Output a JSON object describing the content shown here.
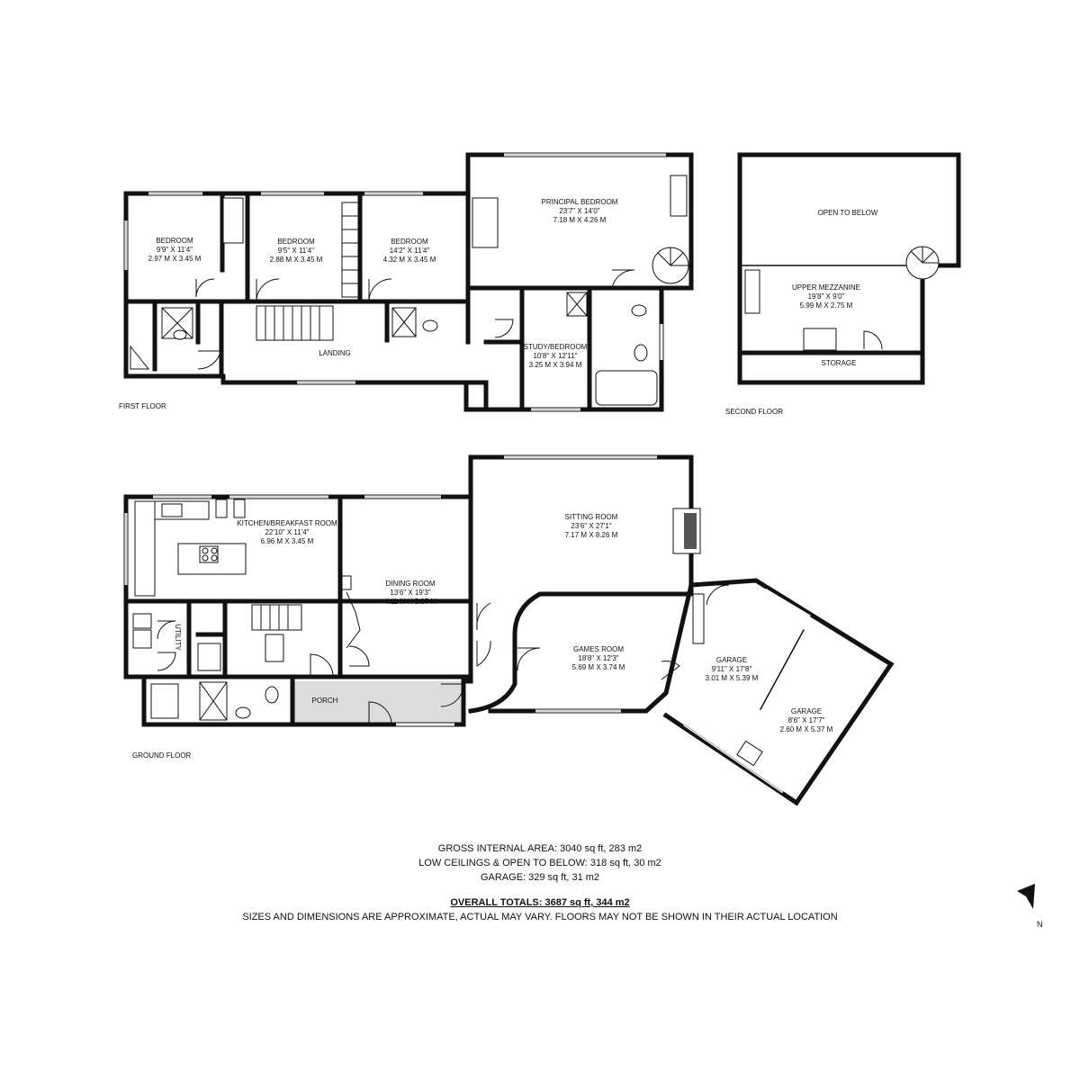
{
  "floors": {
    "first": "FIRST FLOOR",
    "second": "SECOND FLOOR",
    "ground": "GROUND FLOOR"
  },
  "rooms": {
    "bedroom1": {
      "name": "BEDROOM",
      "imperial": "9'9\" X 11'4\"",
      "metric": "2.97 M X 3.45 M"
    },
    "bedroom2": {
      "name": "BEDROOM",
      "imperial": "9'5\" X 11'4\"",
      "metric": "2.88 M X 3.45 M"
    },
    "bedroom3": {
      "name": "BEDROOM",
      "imperial": "14'2\" X 11'4\"",
      "metric": "4.32 M X 3.45 M"
    },
    "principal": {
      "name": "PRINCIPAL BEDROOM",
      "imperial": "23'7\" X 14'0\"",
      "metric": "7.18 M X 4.26 M"
    },
    "study": {
      "name": "STUDY/BEDROOM",
      "imperial": "10'8\" X 12'11\"",
      "metric": "3.25 M X 3.94 M"
    },
    "landing": {
      "name": "LANDING"
    },
    "open_to_below": {
      "name": "OPEN TO BELOW"
    },
    "mezzanine": {
      "name": "UPPER MEZZANINE",
      "imperial": "19'8\" X 9'0\"",
      "metric": "5.99 M X 2.75 M"
    },
    "storage": {
      "name": "STORAGE"
    },
    "kitchen": {
      "name": "KITCHEN/BREAKFAST ROOM",
      "imperial": "22'10\" X 11'4\"",
      "metric": "6.96 M X 3.45 M"
    },
    "dining": {
      "name": "DINING ROOM",
      "imperial": "13'6\" X 19'3\"",
      "metric": "4.11 M X 5.87 M"
    },
    "sitting": {
      "name": "SITTING ROOM",
      "imperial": "23'6\" X 27'1\"",
      "metric": "7.17 M X 8.26 M"
    },
    "games": {
      "name": "GAMES ROOM",
      "imperial": "18'8\" X 12'3\"",
      "metric": "5.69 M X 3.74 M"
    },
    "garage1": {
      "name": "GARAGE",
      "imperial": "9'11\" X 17'8\"",
      "metric": "3.01 M X 5.39 M"
    },
    "garage2": {
      "name": "GARAGE",
      "imperial": "8'6\" X 17'7\"",
      "metric": "2.60 M X 5.37 M"
    },
    "utility": {
      "name": "UTILITY"
    },
    "porch": {
      "name": "PORCH"
    }
  },
  "totals": {
    "gross": "GROSS INTERNAL AREA: 3040 sq ft, 283 m2",
    "low_ceilings": "LOW CEILINGS & OPEN TO BELOW: 318 sq ft, 30 m2",
    "garage": "GARAGE: 329 sq ft, 31 m2",
    "overall": "OVERALL TOTALS: 3687 sq ft, 344 m2",
    "disclaimer": "SIZES AND DIMENSIONS ARE APPROXIMATE, ACTUAL MAY VARY.  FLOORS MAY NOT BE SHOWN IN THEIR ACTUAL LOCATION"
  },
  "compass": {
    "label": "N",
    "icon": "north-arrow-icon"
  }
}
